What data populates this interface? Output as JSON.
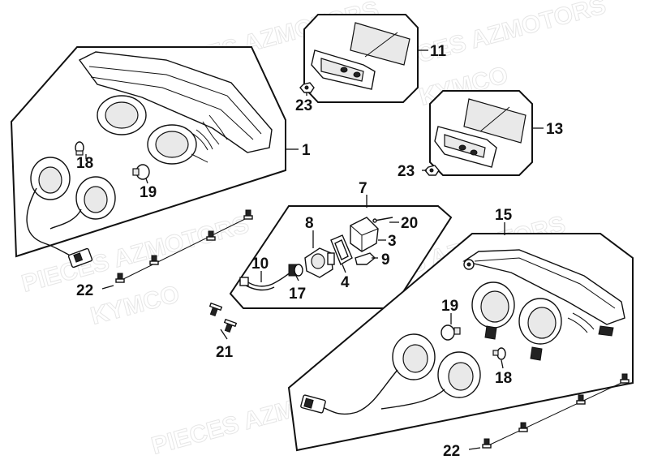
{
  "watermarks": {
    "text_a": "PIECES AZMOTORS",
    "text_b": "KYMCO"
  },
  "callouts": {
    "c1": "1",
    "c3": "3",
    "c4": "4",
    "c7": "7",
    "c8": "8",
    "c9": "9",
    "c10": "10",
    "c11": "11",
    "c13": "13",
    "c15": "15",
    "c17": "17",
    "c18a": "18",
    "c18b": "18",
    "c19a": "19",
    "c19b": "19",
    "c20": "20",
    "c21": "21",
    "c22a": "22",
    "c22b": "22",
    "c23a": "23",
    "c23b": "23"
  }
}
